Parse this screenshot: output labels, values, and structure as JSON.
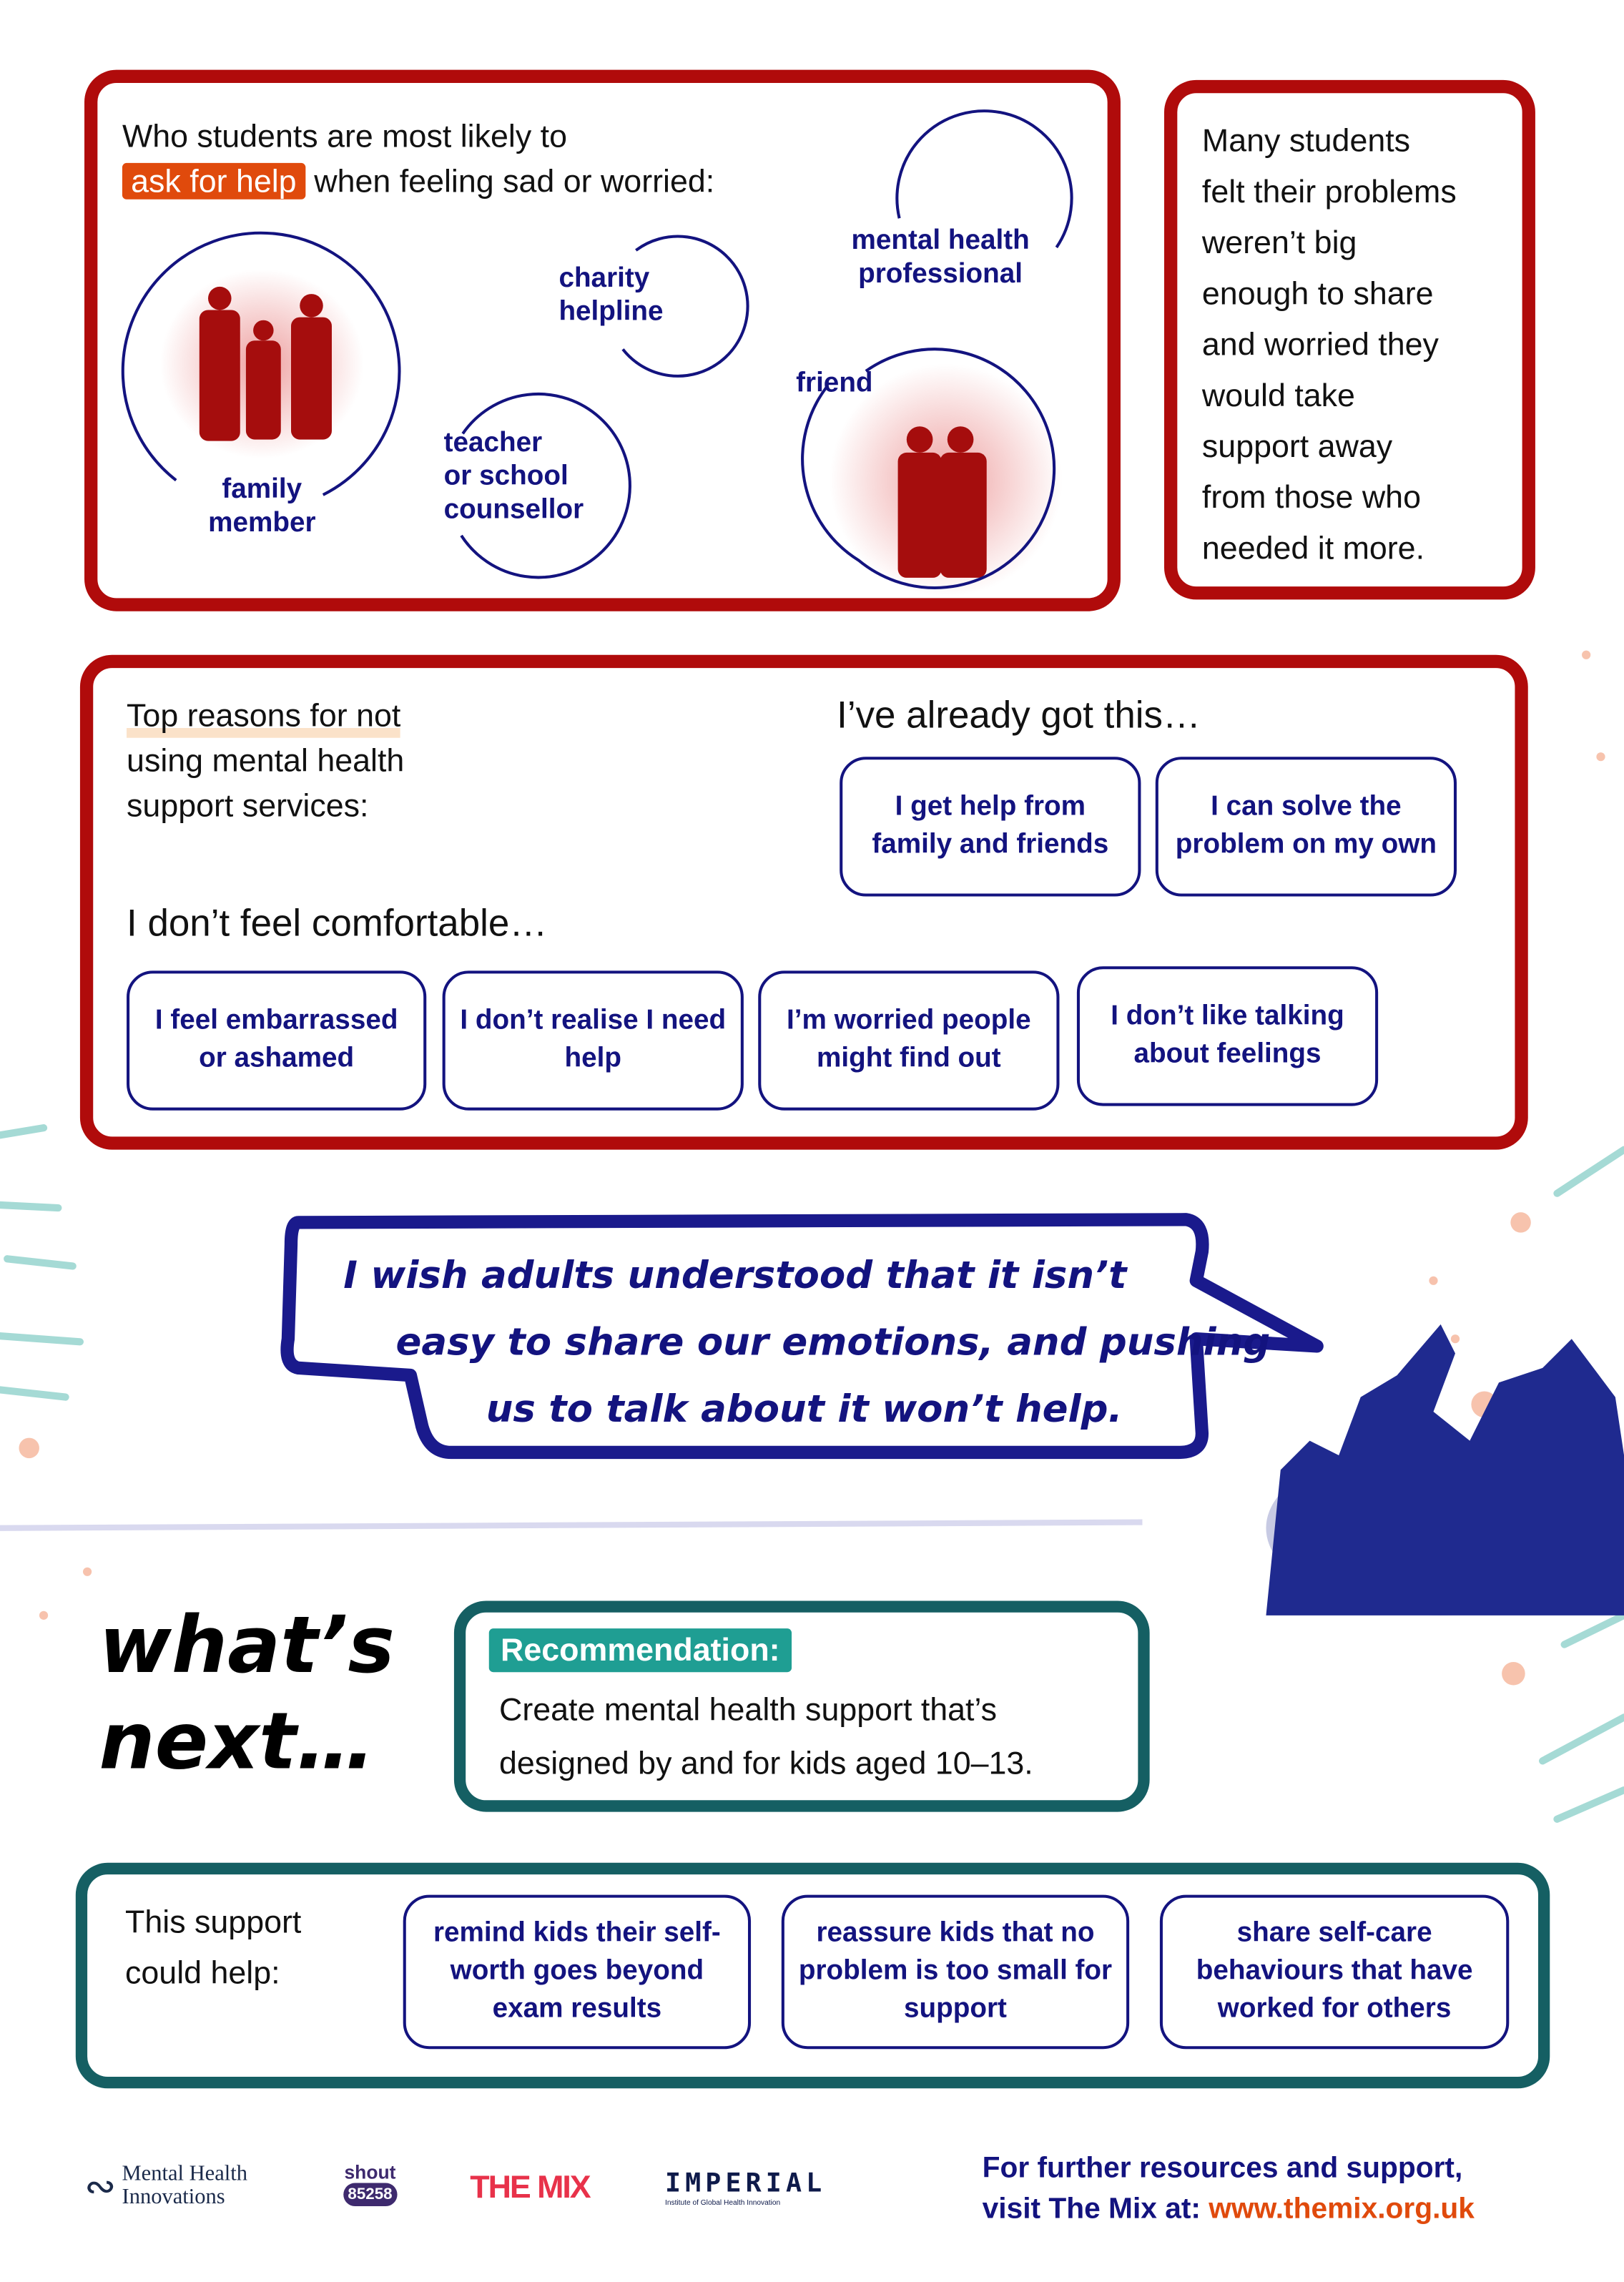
{
  "help_panel": {
    "title_line1": "Who students are most likely to",
    "highlight": "ask for help",
    "title_line2": "when feeling sad or worried:",
    "sources": {
      "family": "family member",
      "charity_line1": "charity",
      "charity_line2": "helpline",
      "mental_line1": "mental health",
      "mental_line2": "professional",
      "teacher_line1": "teacher",
      "teacher_line2": "or school",
      "teacher_line3": "counsellor",
      "friend": "friend",
      "family_line1": "family",
      "family_line2": "member"
    }
  },
  "side_note": {
    "lines": [
      "Many students",
      "felt their problems",
      "weren’t big",
      "enough to share",
      "and worried they",
      "would take",
      "support away",
      "from those who",
      "needed it more."
    ]
  },
  "reasons": {
    "title_lines": [
      "Top reasons for not",
      "using mental health",
      "support services:"
    ],
    "group1_heading": "I’ve already got this…",
    "group1": [
      "I get help from family and friends",
      "I can solve the problem on my own"
    ],
    "group2_heading": "I don’t feel comfortable…",
    "group2": [
      "I feel embarrassed or ashamed",
      "I don’t realise I need help",
      "I’m worried people might find out",
      "I don’t like talking about feelings"
    ]
  },
  "quote": {
    "lines": [
      "I wish adults understood that it isn’t",
      "easy to share our emotions, and pushing",
      "us to talk about it won’t help."
    ]
  },
  "whats_next": {
    "line1": "what’s",
    "line2": "next…"
  },
  "recommendation": {
    "label": "Recommendation:",
    "text_line1": "Create mental health support that’s",
    "text_line2": "designed by and for kids aged 10–13."
  },
  "support": {
    "intro_line1": "This support",
    "intro_line2": "could help:",
    "items": [
      "remind kids their self-worth goes beyond exam results",
      "reassure kids that no problem is too small for support",
      "share self-care behaviours that have worked for others"
    ]
  },
  "footer": {
    "logos": {
      "mhi_line1": "Mental Health",
      "mhi_line2": "Innovations",
      "shout": "shout",
      "shout_number": "85258",
      "themix": "THE MIX",
      "imperial": "IMPERIAL",
      "imperial_sub": "Institute of Global Health Innovation"
    },
    "cta_line1": "For further resources and support,",
    "cta_line2_prefix": "visit The Mix at:",
    "url": "www.themix.org.uk"
  },
  "colors": {
    "red": "#b00b0b",
    "navy": "#13137f",
    "orange": "#e04a0c",
    "teal": "#155f63",
    "teal_label": "#1f9e93"
  }
}
